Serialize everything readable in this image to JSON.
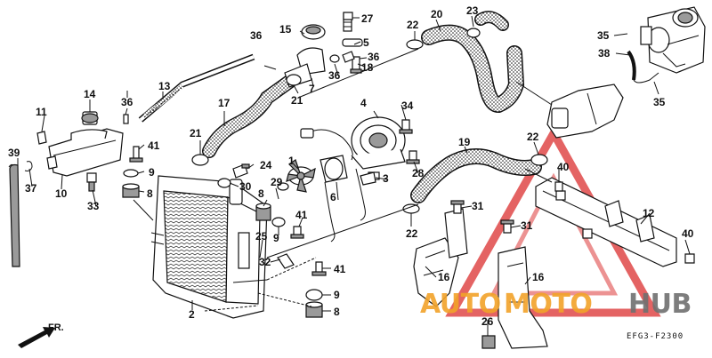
{
  "diagram": {
    "callouts": [
      "1",
      "2",
      "3",
      "4",
      "5",
      "6",
      "7",
      "8",
      "9",
      "10",
      "11",
      "12",
      "13",
      "14",
      "15",
      "16",
      "17",
      "18",
      "19",
      "20",
      "21",
      "22",
      "23",
      "24",
      "25",
      "26",
      "27",
      "28",
      "29",
      "30",
      "31",
      "32",
      "33",
      "34",
      "35",
      "36",
      "37",
      "38",
      "39",
      "40",
      "41"
    ],
    "diagram_code": "EFG3-F2300",
    "direction_label": "FR."
  },
  "watermark": {
    "brand_part1": "AUTO",
    "brand_part2": "MOTO",
    "brand_part3": "HUB",
    "color_orange": "#f2a32a",
    "color_red": "#e04848",
    "color_gray": "#707070"
  }
}
